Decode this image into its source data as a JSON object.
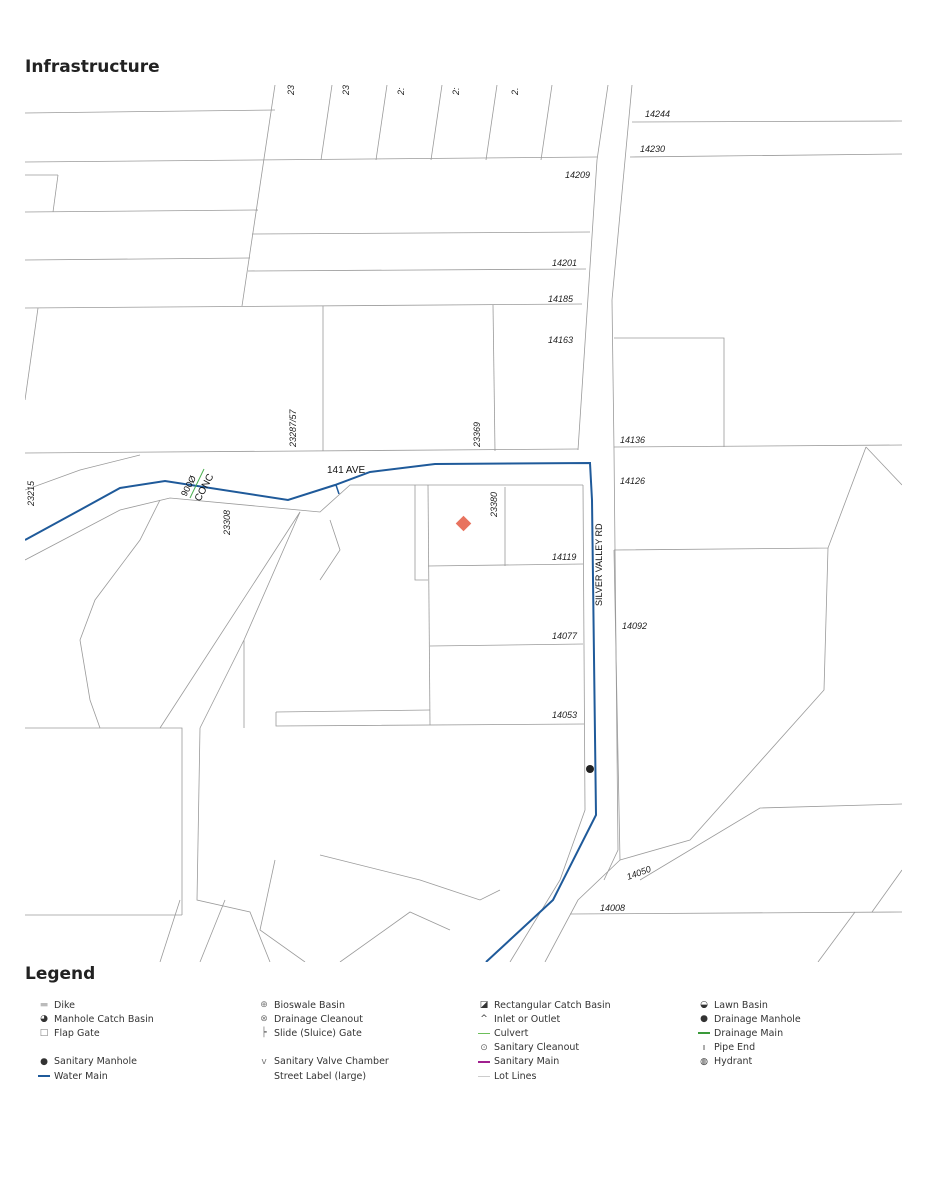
{
  "title": "Infrastructure",
  "map": {
    "street_labels": [
      "141 AVE",
      "SILVER VALLEY RD"
    ],
    "pipe_label": {
      "size": "900Ø",
      "material": "CONC"
    },
    "address_labels": [
      "14244",
      "14230",
      "14209",
      "14201",
      "14185",
      "14163",
      "14136",
      "14126",
      "14119",
      "14092",
      "14077",
      "14053",
      "14050",
      "14008",
      "23215",
      "23308",
      "23287/57",
      "23369",
      "23380"
    ],
    "truncated_top_labels": [
      "23",
      "23",
      "2:",
      "2:",
      "2."
    ],
    "subject_marker_color": "#e8735f",
    "water_main_color": "#1f5a9a",
    "lot_line_color": "#9a9a9a"
  },
  "legend": {
    "title": "Legend",
    "columns": [
      [
        {
          "icon": "dike",
          "label": "Dike"
        },
        {
          "icon": "manhole-catch-basin",
          "label": "Manhole Catch Basin"
        },
        {
          "icon": "flap-gate",
          "label": "Flap Gate"
        },
        {
          "icon": "",
          "label": ""
        },
        {
          "icon": "sanitary-manhole",
          "label": "Sanitary Manhole"
        },
        {
          "icon": "water-main",
          "label": "Water Main"
        }
      ],
      [
        {
          "icon": "bioswale-basin",
          "label": "Bioswale Basin"
        },
        {
          "icon": "drainage-cleanout",
          "label": "Drainage Cleanout"
        },
        {
          "icon": "slide-gate",
          "label": "Slide (Sluice) Gate"
        },
        {
          "icon": "",
          "label": ""
        },
        {
          "icon": "sanitary-valve-chamber",
          "label": "Sanitary Valve Chamber"
        },
        {
          "icon": "",
          "label": "Street Label (large)"
        }
      ],
      [
        {
          "icon": "rectangular-catch-basin",
          "label": "Rectangular Catch Basin"
        },
        {
          "icon": "inlet-outlet",
          "label": "Inlet or Outlet"
        },
        {
          "icon": "culvert",
          "label": "Culvert"
        },
        {
          "icon": "sanitary-cleanout",
          "label": "Sanitary Cleanout"
        },
        {
          "icon": "sanitary-main",
          "label": "Sanitary Main"
        },
        {
          "icon": "lot-lines",
          "label": "Lot Lines"
        }
      ],
      [
        {
          "icon": "lawn-basin",
          "label": "Lawn Basin"
        },
        {
          "icon": "drainage-manhole",
          "label": "Drainage Manhole"
        },
        {
          "icon": "drainage-main",
          "label": "Drainage Main"
        },
        {
          "icon": "pipe-end",
          "label": "Pipe End"
        },
        {
          "icon": "hydrant",
          "label": "Hydrant"
        }
      ]
    ]
  }
}
